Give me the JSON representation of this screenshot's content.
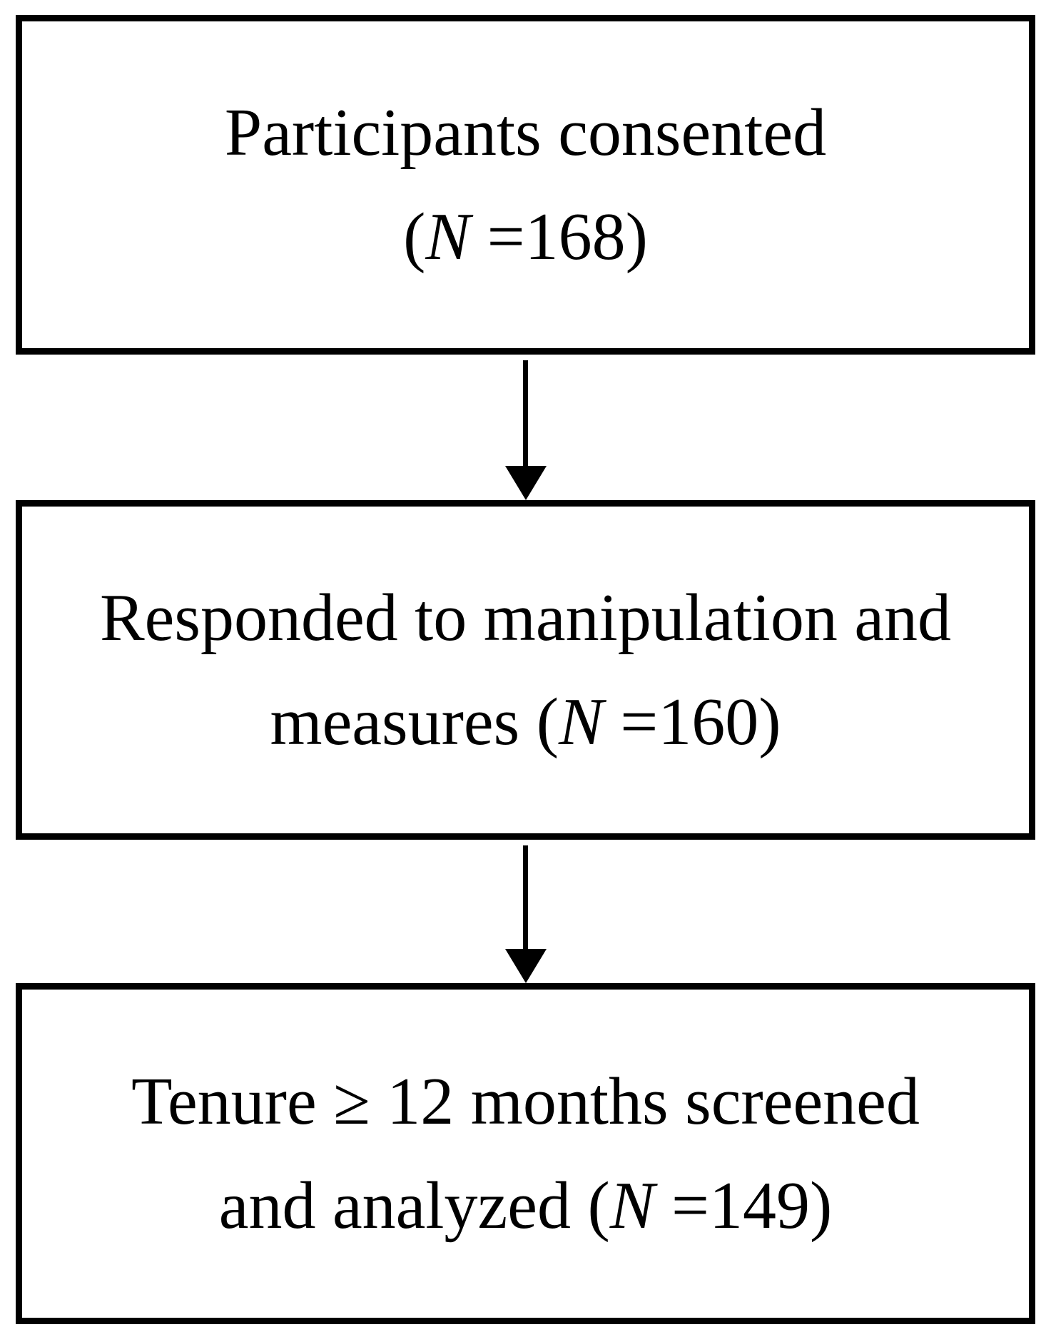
{
  "diagram": {
    "kind": "flowchart",
    "direction": "top-down",
    "colors": {
      "background": "#ffffff",
      "box_border": "#000000",
      "text": "#000000",
      "arrow": "#000000"
    },
    "boxes": [
      {
        "id": "participants-consented",
        "n": 168,
        "lines": [
          {
            "parts": [
              {
                "text": "Participants consented",
                "italic": false
              }
            ]
          },
          {
            "parts": [
              {
                "text": "(",
                "italic": false
              },
              {
                "text": "N",
                "italic": true
              },
              {
                "text": " =168)",
                "italic": false
              }
            ]
          }
        ]
      },
      {
        "id": "responded-to-manipulation",
        "n": 160,
        "lines": [
          {
            "parts": [
              {
                "text": "Responded to manipulation and",
                "italic": false
              }
            ]
          },
          {
            "parts": [
              {
                "text": "measures (",
                "italic": false
              },
              {
                "text": "N",
                "italic": true
              },
              {
                "text": " =160)",
                "italic": false
              }
            ]
          }
        ]
      },
      {
        "id": "tenure-screened-analyzed",
        "n": 149,
        "lines": [
          {
            "parts": [
              {
                "text": "Tenure ≥ 12 months screened",
                "italic": false
              }
            ]
          },
          {
            "parts": [
              {
                "text": "and analyzed (",
                "italic": false
              },
              {
                "text": "N",
                "italic": true
              },
              {
                "text": " =149)",
                "italic": false
              }
            ]
          }
        ]
      }
    ],
    "connectors": [
      {
        "from": "participants-consented",
        "to": "responded-to-manipulation",
        "shape": "vertical-arrow-down"
      },
      {
        "from": "responded-to-manipulation",
        "to": "tenure-screened-analyzed",
        "shape": "vertical-arrow-down"
      }
    ]
  }
}
